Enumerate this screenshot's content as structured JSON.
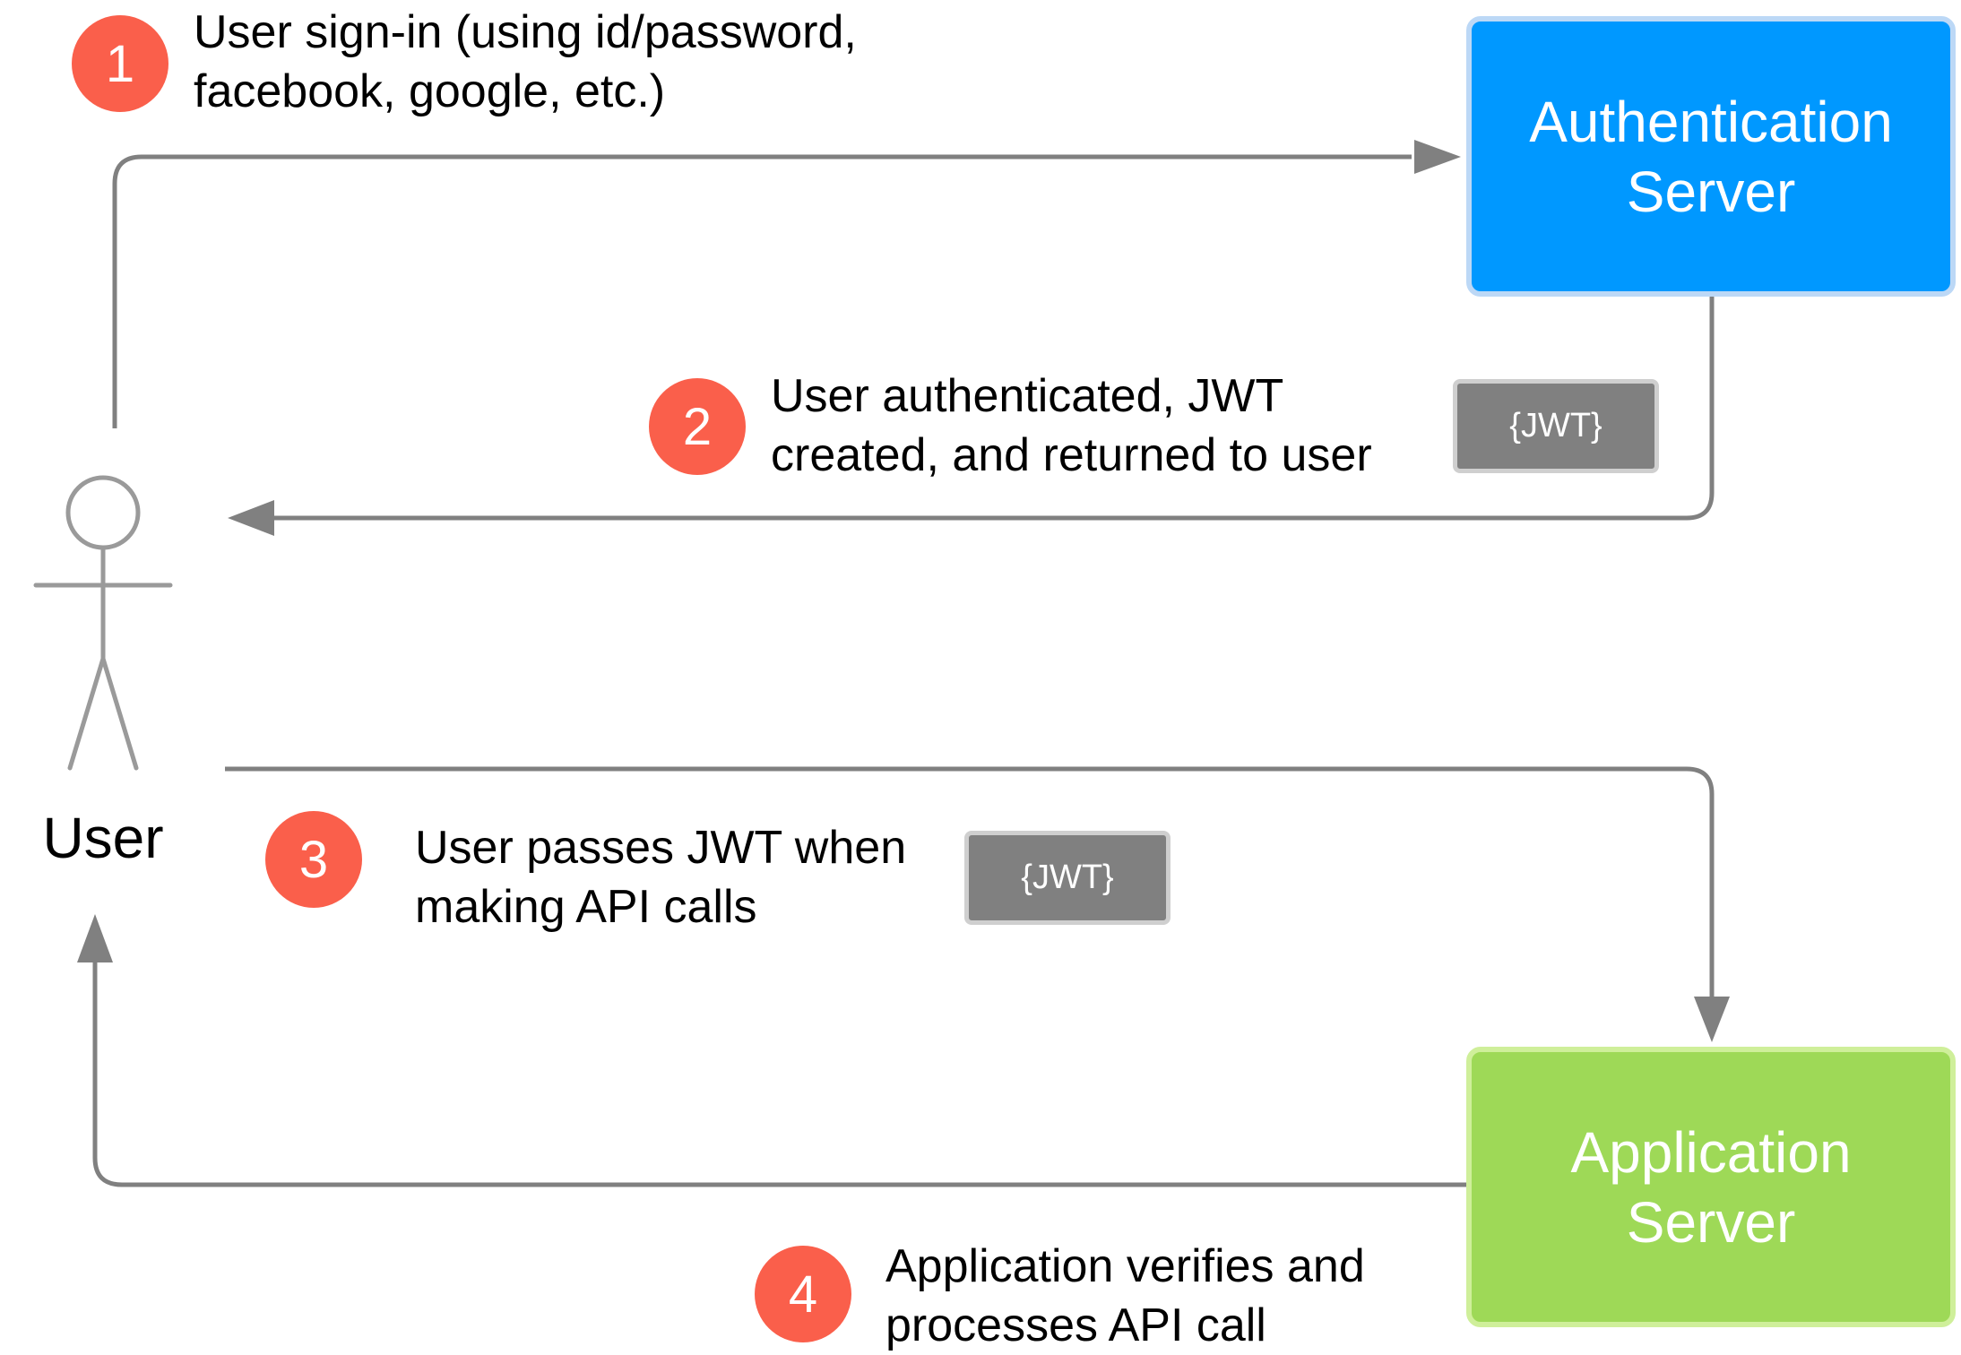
{
  "nodes": {
    "auth_server": {
      "label": "Authentication\nServer",
      "fill": "#0098ff"
    },
    "app_server": {
      "label": "Application\nServer",
      "fill": "#9ed957"
    },
    "user": {
      "label": "User"
    }
  },
  "steps": [
    {
      "number": "1",
      "text": "User sign-in (using id/password,\nfacebook, google, etc.)"
    },
    {
      "number": "2",
      "text": "User authenticated, JWT\ncreated, and returned to user"
    },
    {
      "number": "3",
      "text": "User passes JWT when\nmaking API calls"
    },
    {
      "number": "4",
      "text": "Application verifies and\nprocesses API call"
    }
  ],
  "tokens": [
    "{JWT}",
    "{JWT}"
  ],
  "colors": {
    "badge": "#fa5f4b",
    "connector": "#808080",
    "actor": "#9a9a9a",
    "token": "#808080"
  }
}
